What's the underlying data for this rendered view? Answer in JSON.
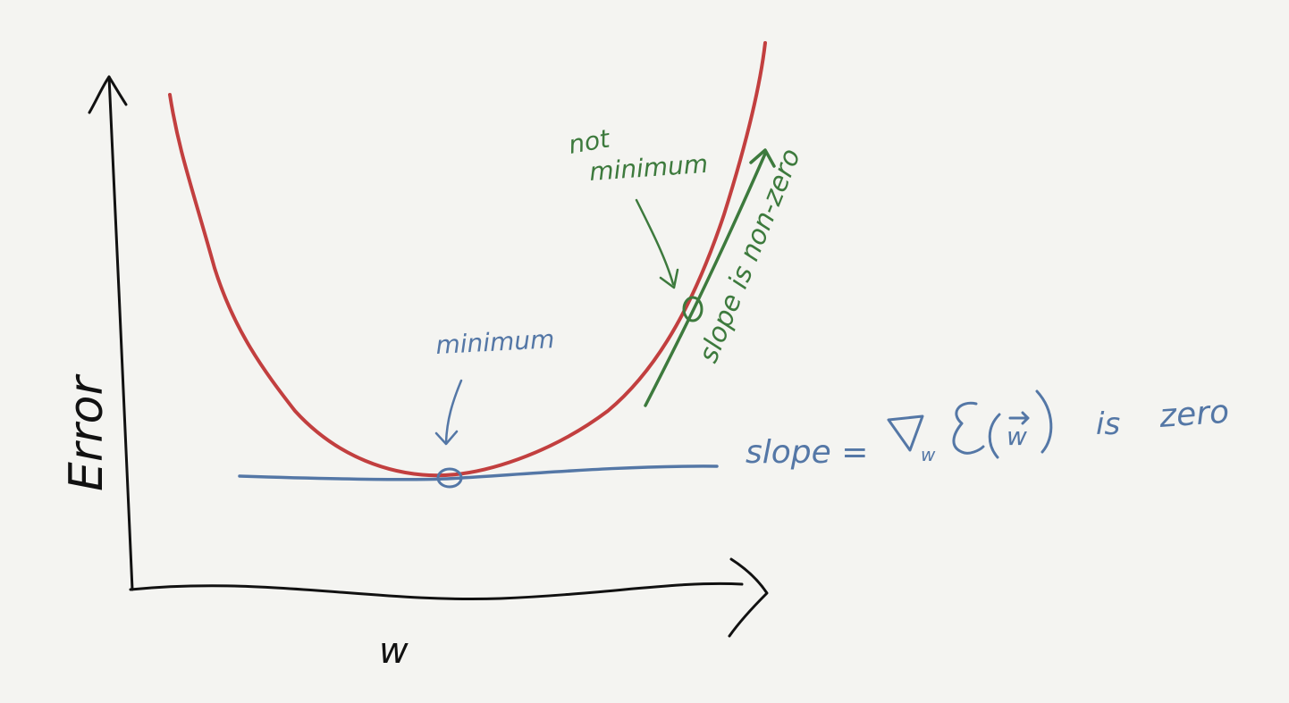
{
  "labels": {
    "y_axis": "Error",
    "x_axis": "w",
    "minimum": "minimum",
    "not_minimum_line1": "not",
    "not_minimum_line2": "minimum",
    "slope_nonzero": "slope is non-zero",
    "slope_zero_prefix": "slope =",
    "slope_zero_suffix": "is",
    "slope_zero_end": "zero"
  },
  "colors": {
    "curve": "#c23f3f",
    "minimum_annotation": "#5477a6",
    "nonzero_annotation": "#3d7a3d",
    "axes": "#111111",
    "background": "#f4f4f1"
  }
}
